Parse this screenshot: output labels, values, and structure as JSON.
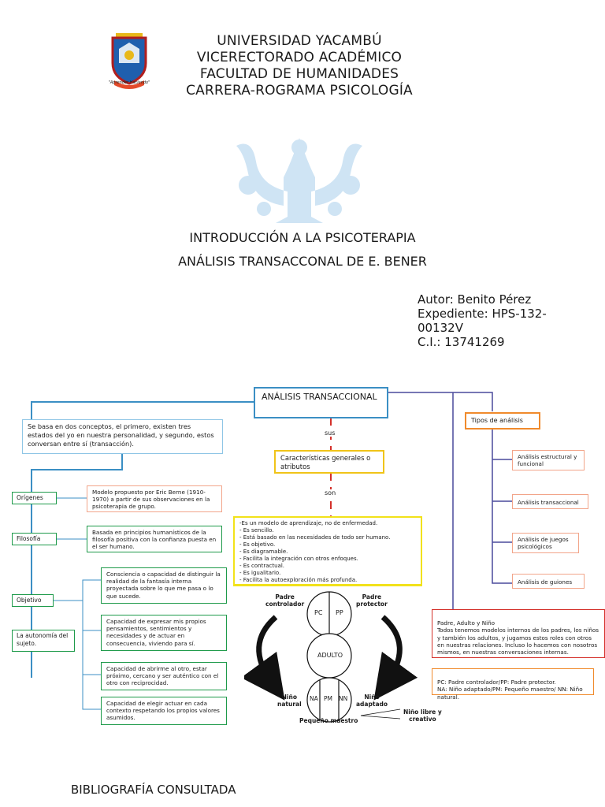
{
  "header": {
    "logo_text": "\"Aprender Haciendo\"",
    "lines": [
      "UNIVERSIDAD YACAMBÚ",
      "VICERECTORADO ACADÉMICO",
      "FACULTAD DE HUMANIDADES",
      "CARRERA-ROGRAMA PSICOLOGÍA"
    ]
  },
  "title": {
    "line1": "INTRODUCCIÓN A LA PSICOTERAPIA",
    "line2": "ANÁLISIS TRANSACCONAL DE E. BENER"
  },
  "author": {
    "name": "Autor: Benito Pérez",
    "expediente_1": "Expediente: HPS-132-",
    "expediente_2": "00132V",
    "ci": "C.I.: 13741269"
  },
  "map": {
    "main": "ANÁLISIS TRANSACCIONAL",
    "concepts": "Se basa en dos conceptos, el primero, existen tres estados del yo en nuestra personalidad, y segundo, estos conversan entre sí (transacción).",
    "sus": "sus",
    "caracteristicas": "Características generales o atributos",
    "son": "son",
    "atributos": [
      "-Es un modelo de aprendizaje, no de enfermedad.",
      "- Es sencillo.",
      "- Está basado en las necesidades de todo ser humano.",
      "- Es objetivo.",
      "- Es diagramable.",
      "- Facilita la integración con otros enfoques.",
      "- Es contractual.",
      "- Es igualitario.",
      "- Facilita la autoexploración más profunda."
    ],
    "origenes": "Orígenes",
    "origenes_text": "Modelo propuesto por Eric Berne (1910-1970) a partir de sus observaciones en la psicoterapia de grupo.",
    "filosofia": "Filosofía",
    "filosofia_text": "Basada en principios humanísticos de la filosofía positiva con la confianza puesta en el ser humano.",
    "objetivo": "Objetivo",
    "autonomia": "La autonomía del sujeto.",
    "obj_items": [
      "Consciencia o capacidad de distinguir la realidad de la fantasía interna proyectada sobre lo que me pasa o lo que sucede.",
      "Capacidad de expresar mis propios pensamientos, sentimientos y necesidades y de actuar en consecuencia, viviendo para sí.",
      "Capacidad de abrirme al otro, estar próximo, cercano y ser auténtico con el otro con reciprocidad.",
      "Capacidad de elegir actuar en cada contexto respetando los propios valores asumidos."
    ],
    "tipos": "Tipos de análisis",
    "tipos_items": [
      "Análisis estructural y funcional",
      "Análisis transaccional",
      "Análisis de juegos psicológicos",
      "Análisis de guiones"
    ],
    "pan_text": "Padre, Adulto y Niño\nTodos tenemos modelos internos de los padres, los niños y también  los adultos, y jugamos estos roles con otros en nuestras relaciones. Incluso lo hacemos con nosotros mismos, en nuestras conversaciones internas.",
    "legend_text": "PC: Padre controlador/PP: Padre protector.\nNA: Niño adaptado/PM: Pequeño maestro/ NN: Niño natural.",
    "diagram": {
      "padre_controlador": "Padre\ncontrolador",
      "padre_protector": "Padre\nprotector",
      "pc": "PC",
      "pp": "PP",
      "adulto": "ADULTO",
      "na": "NA",
      "pm": "PM",
      "nn": "NN",
      "nino_natural": "Niño\nnatural",
      "nino_adaptado": "Niño\nadaptado",
      "pequeno_maestro": "Pequeño maestro",
      "nino_libre": "Niño libre y\ncreativo"
    }
  },
  "footer": {
    "bibliografia": "BIBLIOGRAFÍA CONSULTADA"
  },
  "colors": {
    "blue": "#3b8fc4",
    "green": "#1e9a4a",
    "orange": "#f08a2c",
    "gold": "#f0c419",
    "yellow": "#f2e21a",
    "red": "#d4302a",
    "purple": "#4a4a9c",
    "lightblue": "#8fc6e6",
    "salmon": "#f2a58a"
  }
}
